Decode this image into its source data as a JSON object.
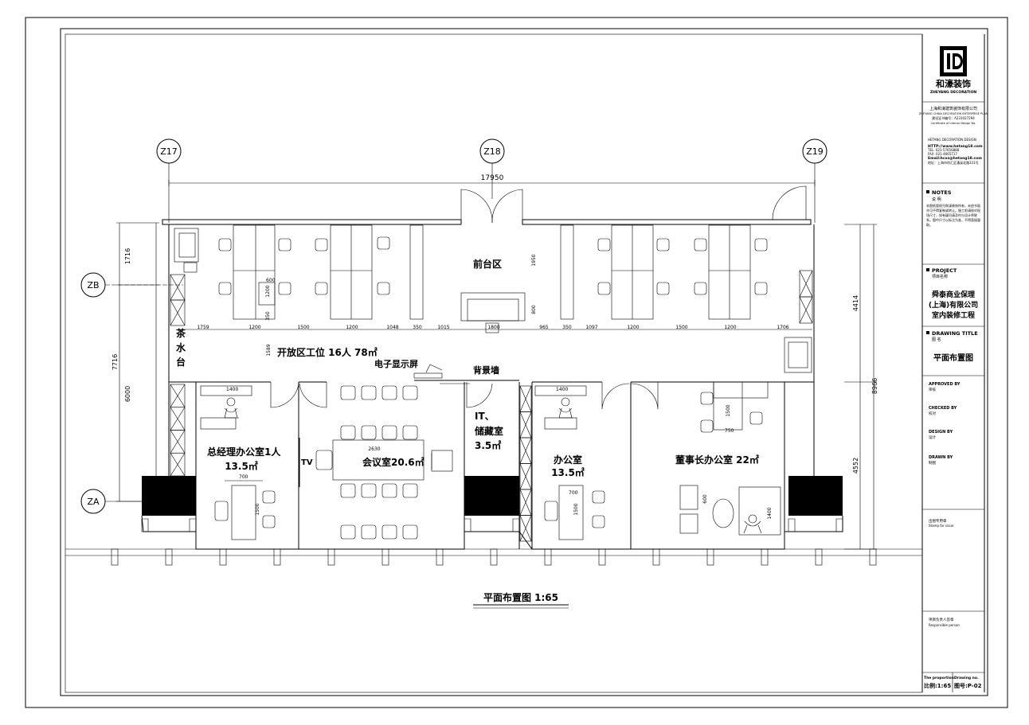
{
  "grid_labels": [
    "Z17",
    "Z18",
    "Z19",
    "ZB",
    "ZA"
  ],
  "dimensions": {
    "top": "17950",
    "left_upper": "1716",
    "left_total": "7716",
    "left_lower": "6000",
    "right_upper": "4414",
    "right_total": "8966",
    "right_lower": "4552",
    "row": [
      "1759",
      "1200",
      "1500",
      "1200",
      "1048",
      "350",
      "1015",
      "1800",
      "965",
      "350",
      "1097",
      "1200",
      "1500",
      "1200",
      "1706"
    ],
    "d_1950": "1950",
    "d_800": "800",
    "d_1200": "1200",
    "d_600": "600",
    "d_350": "350",
    "d_1589": "1589",
    "d_2630": "2630",
    "d_1400a": "1400",
    "d_1400b": "1400",
    "d_1400c": "1400",
    "d_700a": "700",
    "d_700b": "700",
    "d_1500a": "1500",
    "d_1500b": "1500",
    "d_1500c": "1500",
    "d_750": "750",
    "d_600b": "600"
  },
  "rooms": {
    "reception": "前台区",
    "open_area": "开放区工位 16人 78㎡",
    "tea_1": "茶",
    "tea_2": "水",
    "tea_3": "台",
    "screen": "电子显示屏",
    "back_wall": "背景墙",
    "gm_office": "总经理办公室1人",
    "gm_area": "13.5㎡",
    "tv": "TV",
    "meeting": "会议室20.6㎡",
    "it_1": "IT、",
    "it_2": "储藏室",
    "it_area": "3.5㎡",
    "office": "办公室",
    "office_area": "13.5㎡",
    "chairman": "董事长办公室 22㎡"
  },
  "plan_title": "平面布置图  1:65",
  "title_block": {
    "logo_text": "和濠装饰",
    "logo_sub": "ZHEYANG DECORATION",
    "company": "上海和濠建筑装饰有限公司",
    "company_en": "ZHEYANG CHINA DECORATION ENTERPRISE PLAN",
    "license": "建设证书编号：A231027294",
    "cert": "Certificate of Interior Design No.",
    "design_en": "HETANG DECORATION DESIGN",
    "http": "HTTP://www.hetang18.com",
    "tel": "TEL: 021-57656888",
    "fax": "FAX: 021-4665717",
    "email": "Email:hcxs@hetang18.com",
    "address": "地址：上海市徐汇区漕溪北路331号",
    "notes_label": "NOTES",
    "notes_cn": "说 明",
    "notes_text": "本图纸版权归和濠装饰所有，未经书面许可不得复制或转让。施工前请核对现场尺寸，如有疑问请及时与设计师联系。图中尺寸以标注为准，不得直接量取。",
    "project_label": "PROJECT",
    "project_cn": "项目名称",
    "project_1": "舜泰商业保理",
    "project_2": "(上海)有限公司",
    "project_3": "室内装修工程",
    "drawing_title_label": "DRAWING TITLE",
    "drawing_title_cn": "图 名",
    "drawing_title": "平面布置图",
    "approved_label": "APPROVED BY",
    "approved_cn": "审核",
    "checked_label": "CHECKED BY",
    "checked_cn": "校对",
    "design_label": "DESIGN BY",
    "design_cn": "设计",
    "drawn_label": "DRAWN BY",
    "drawn_cn": "制图",
    "stamp_cn": "出图专用章",
    "stamp_en": "Stamp for issue",
    "resp_cn": "项目负责人签章",
    "resp_en": "Responsible person",
    "proportion_label": "The proportion",
    "proportion": "比例:1:65",
    "drawing_no_label": "Drawing no.",
    "drawing_no": "图号:P-02"
  }
}
